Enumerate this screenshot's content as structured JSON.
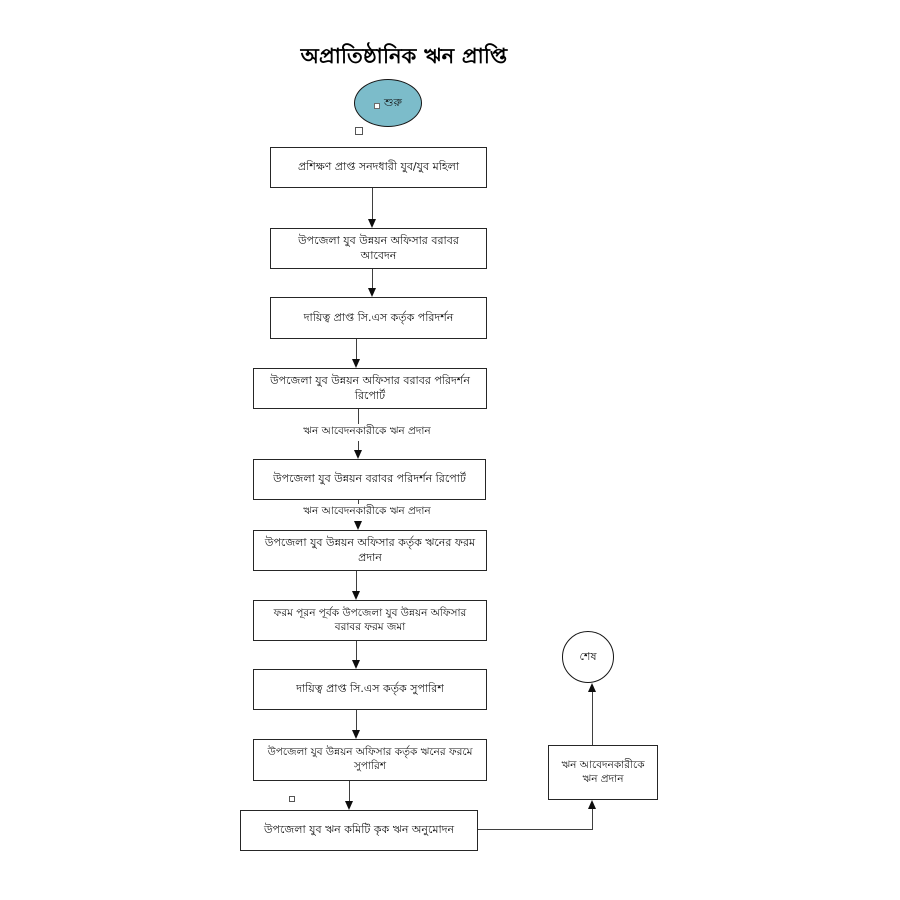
{
  "title": "অপ্রাতিষ্ঠানিক ঋন প্রাপ্তি",
  "colors": {
    "background": "#ffffff",
    "start_node_fill": "#7cbcca",
    "node_border": "#262626",
    "line": "#3f3f3f"
  },
  "flowchart": {
    "start": {
      "label": "শুরু",
      "shape": "ellipse"
    },
    "end": {
      "label": "শেষ",
      "shape": "circle"
    },
    "steps": [
      {
        "label": "প্রশিক্ষণ প্রাপ্ত সনদধারী যুব/যুব মহিলা"
      },
      {
        "label": "উপজেলা যুব উন্নয়ন অফিসার বরাবর আবেদন"
      },
      {
        "label": "দায়িত্ব প্রাপ্ত সি.এস কর্তৃক পরিদর্শন"
      },
      {
        "label": "উপজেলা যুব উন্নয়ন অফিসার বরাবর পরিদর্শন রিপোর্ট"
      },
      {
        "label": "উপজেলা যুব উন্নয়ন বরাবর পরিদর্শন রিপোর্ট"
      },
      {
        "label": "উপজেলা যুব উন্নয়ন অফিসার কর্তৃক ঋনের ফরম প্রদান"
      },
      {
        "label": "ফরম পূরন পূর্বক উপজেলা যুব উন্নয়ন অফিসার বরাবর ফরম জমা"
      },
      {
        "label": "দায়িত্ব প্রাপ্ত সি.এস কর্তৃক সুপারিশ"
      },
      {
        "label": "উপজেলা যুব উন্নয়ন অফিসার কর্তৃক ঋনের ফরমে সুপারিশ"
      },
      {
        "label": "উপজেলা যুব ঋন কমিটি কৃক ঋন অনুমোদন"
      }
    ],
    "edge_labels": [
      {
        "label": "ঋন আবেদনকারীকে ঋন প্রদান"
      },
      {
        "label": "ঋন আবেদনকারীকে ঋন প্রদান"
      }
    ],
    "disbursement_box": {
      "label": "ঋন আবেদনকারীকে ঋন প্রদান"
    }
  }
}
